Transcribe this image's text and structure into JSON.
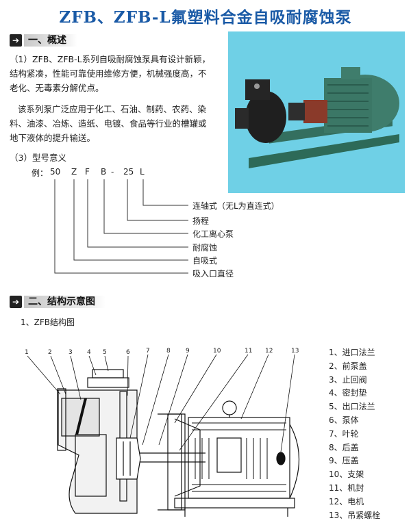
{
  "title": "ZFB、ZFB-L氟塑料合金自吸耐腐蚀泵",
  "section1": {
    "label": "一、概述"
  },
  "intro": {
    "p1": [
      "（1）ZFB、ZFB-L系列自吸耐腐蚀泵具有设计新颖，",
      "结构紧凑，性能可靠使用维修方便，机械强度高，不",
      "老化、无毒素分解优点。"
    ],
    "p2": [
      "该系列泵广泛应用于化工、石油、制药、农药、染",
      "料、油漆、冶炼、造纸、电镀、食品等行业的槽罐或",
      "地下液体的提升输送。"
    ],
    "p3": "（3）型号意义"
  },
  "model": {
    "prefix": "例：",
    "parts": [
      "50",
      "Z",
      "F",
      "B",
      "-",
      "25",
      "L"
    ],
    "legend": [
      "连轴式（无L为直连式）",
      "扬程",
      "化工离心泵",
      "耐腐蚀",
      "自吸式",
      "吸入口直径"
    ]
  },
  "section2": {
    "label": "二、结构示意图"
  },
  "diagram": {
    "subtitle": "1、ZFB结构图",
    "callouts": [
      "1",
      "2",
      "3",
      "4",
      "5",
      "6",
      "7",
      "8",
      "9",
      "10",
      "11",
      "12",
      "13"
    ],
    "parts": [
      "1、进口法兰",
      "2、前泵盖",
      "3、止回阀",
      "4、密封垫",
      "5、出口法兰",
      "6、泵体",
      "7、叶轮",
      "8、后盖",
      "9、压盖",
      "10、支架",
      "11、机封",
      "12、电机",
      "13、吊紧螺栓"
    ]
  },
  "icons": {
    "section_arrow": "arrow-circle-icon"
  },
  "colors": {
    "title": "#1a5aa6",
    "photo_bg": "#6fd0e6",
    "pump_green": "#2f6b5a"
  }
}
